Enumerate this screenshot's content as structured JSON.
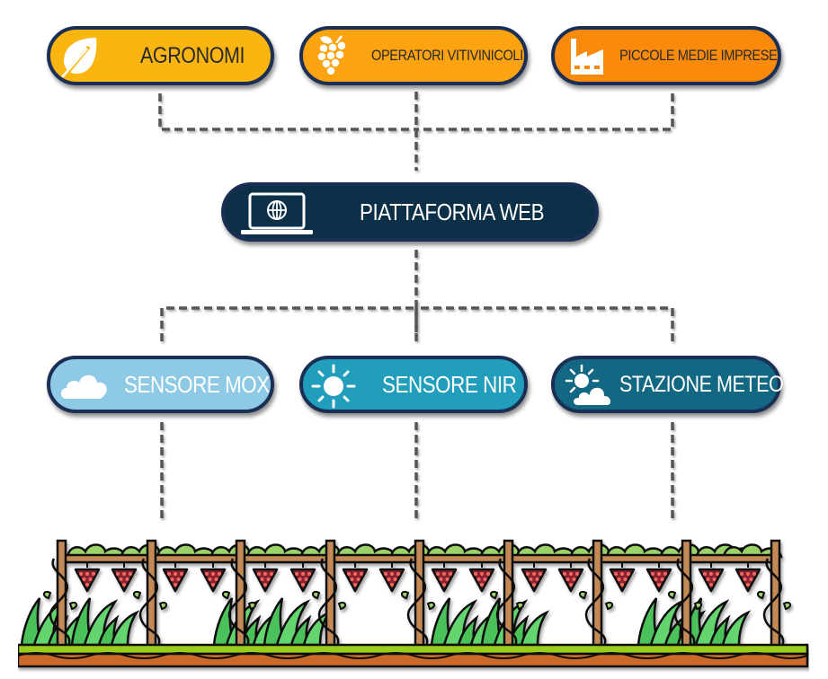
{
  "diagram": {
    "top_row": [
      {
        "id": "agronomi",
        "label": "AGRONOMI",
        "icon": "leaf-icon",
        "color": "#fbb511"
      },
      {
        "id": "operatori",
        "label": "OPERATORI VITIVINICOLI",
        "icon": "grapes-icon",
        "color": "#fba310"
      },
      {
        "id": "pmi",
        "label": "PICCOLE MEDIE IMPRESE",
        "icon": "factory-icon",
        "color": "#fa8a0c"
      }
    ],
    "center": {
      "id": "platform",
      "label": "PIATTAFORMA WEB",
      "icon": "laptop-globe-icon",
      "color": "#0c3048"
    },
    "bottom_row": [
      {
        "id": "mox",
        "label": "SENSORE MOX",
        "icon": "cloud-icon",
        "color": "#8ecae6"
      },
      {
        "id": "nir",
        "label": "SENSORE NIR",
        "icon": "sun-icon",
        "color": "#219ebc"
      },
      {
        "id": "meteo",
        "label": "STAZIONE METEO",
        "icon": "sun-cloud-icon",
        "color": "#126782"
      }
    ],
    "border_color": "#1b2f55",
    "connector_color": "#555555",
    "illustration": "vineyard"
  }
}
